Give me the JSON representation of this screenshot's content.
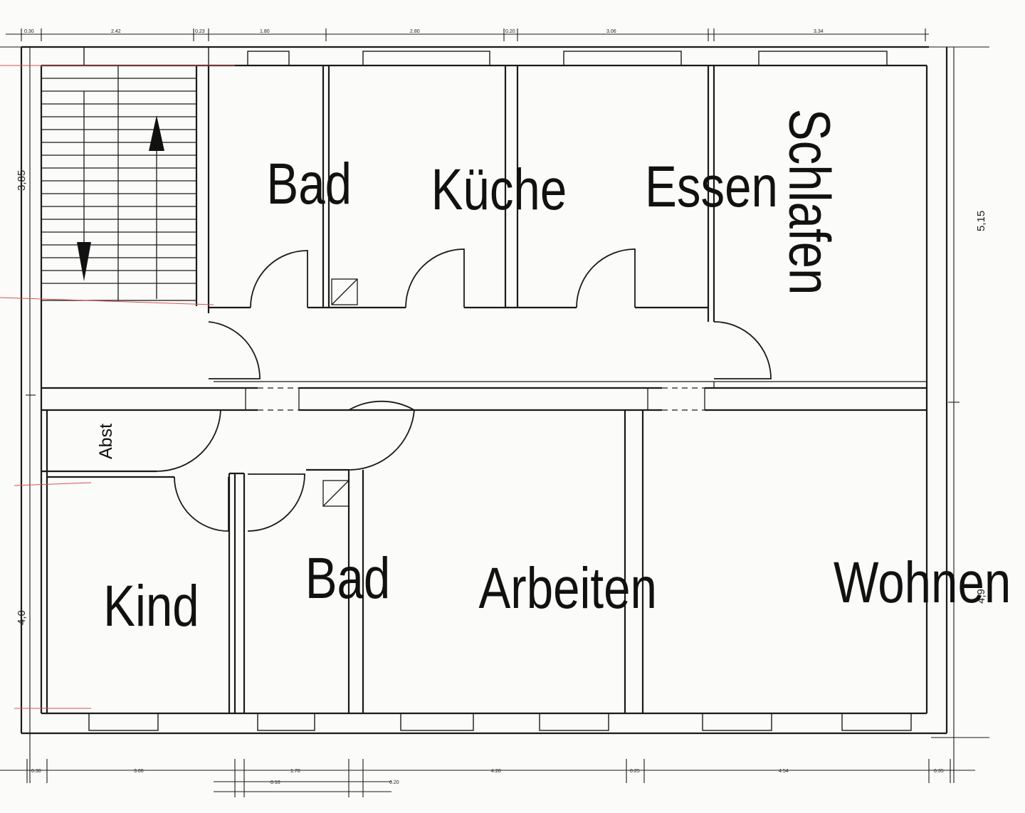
{
  "rooms": {
    "bad_top": "Bad",
    "kueche": "Küche",
    "essen": "Essen",
    "schlafen": "Schlafen",
    "abst": "Abst",
    "kind": "Kind",
    "bad_bottom": "Bad",
    "arbeiten": "Arbeiten",
    "wohnen": "Wohnen"
  },
  "dimensions": {
    "top": [
      "0.30",
      "2.42",
      "0.23",
      "1.80",
      "2.80",
      "0.20",
      "3.06",
      "3.34"
    ],
    "bottom": [
      "0.30",
      "3.00",
      "1.70",
      "0.10",
      "4.28",
      "0.20",
      "0.25",
      "4.54",
      "0.35"
    ],
    "left": [
      "3,85",
      "4,0"
    ],
    "right": [
      "5,15",
      "4,9"
    ]
  }
}
